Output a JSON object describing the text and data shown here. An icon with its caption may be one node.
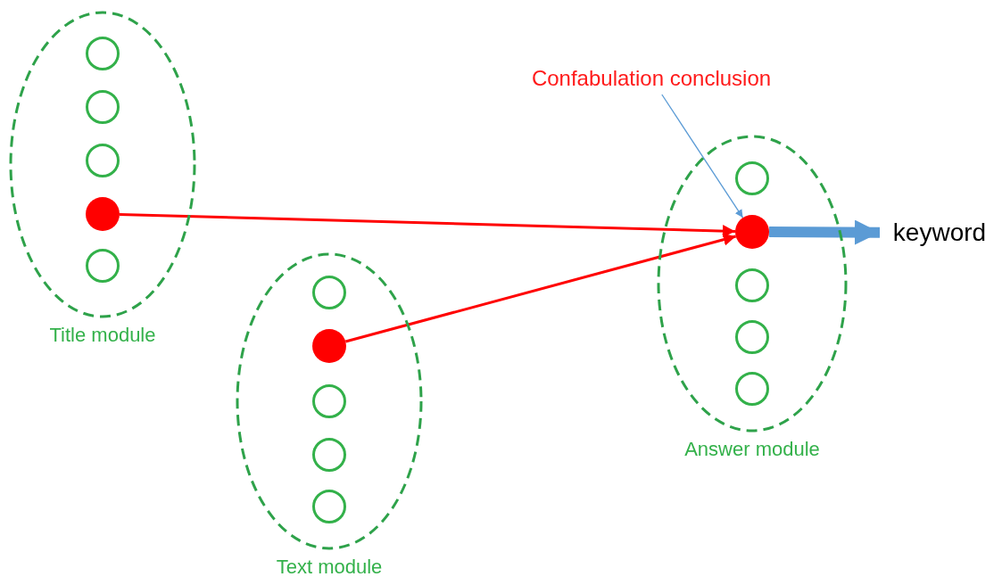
{
  "diagram": {
    "nodes": [
      {
        "text": [
          "Title module"
        ]
      },
      {
        "text": [],
        "shape": "circle",
        "in": 0
      },
      {
        "text": [],
        "shape": "circle",
        "in": 0
      },
      {
        "text": [],
        "shape": "circle",
        "in": 0
      },
      {
        "text": [],
        "shape": "dot",
        "in": 0
      },
      {
        "text": [],
        "shape": "circle",
        "in": 0
      },
      {
        "text": [
          "Text module"
        ]
      },
      {
        "text": [],
        "shape": "circle",
        "in": 6
      },
      {
        "text": [],
        "shape": "dot",
        "in": 6
      },
      {
        "text": [],
        "shape": "circle",
        "in": 6
      },
      {
        "text": [],
        "shape": "circle",
        "in": 6
      },
      {
        "text": [],
        "shape": "circle",
        "in": 6
      },
      {
        "text": [
          "Answer module"
        ]
      },
      {
        "text": [],
        "shape": "circle",
        "in": 12
      },
      {
        "text": [],
        "shape": "dot",
        "in": 12
      },
      {
        "text": [],
        "shape": "circle",
        "in": 12
      },
      {
        "text": [],
        "shape": "circle",
        "in": 12
      },
      {
        "text": [],
        "shape": "circle",
        "in": 12
      },
      {
        "text": [
          "Confabulation conclusion"
        ]
      },
      {
        "text": [
          "keyword"
        ]
      }
    ],
    "edges": [
      {
        "from": 4,
        "to": 14,
        "arrow": "to"
      },
      {
        "from": 8,
        "to": 14,
        "arrow": "to"
      },
      {
        "from": 18,
        "to": 14,
        "arrow": "to",
        "color": "#5b9bd5"
      },
      {
        "from": 14,
        "to": 19,
        "arrow": "to",
        "style": "thick",
        "color": "#5b9bd5"
      }
    ]
  }
}
